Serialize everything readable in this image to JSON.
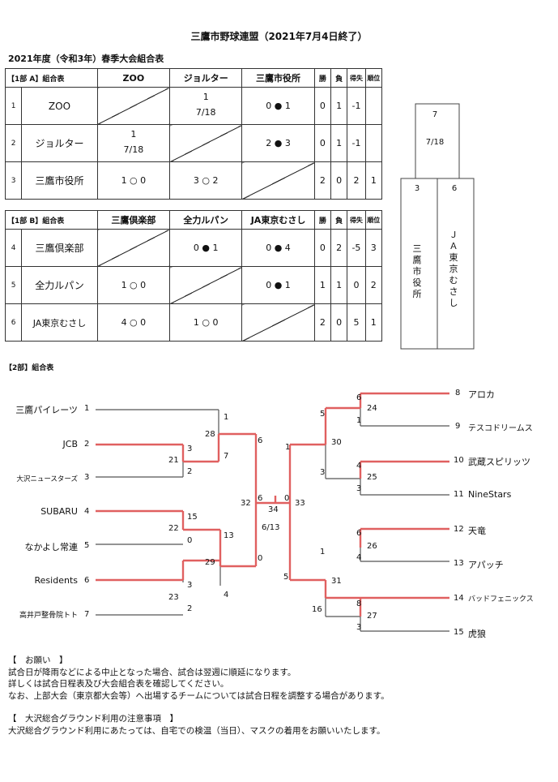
{
  "header": {
    "title": "三鷹市野球連盟（2021年7月4日終了）",
    "subtitle": "2021年度（令和3年）春季大会組合表"
  },
  "groupA": {
    "label": "【1部 A】組合表",
    "cols": [
      "ZOO",
      "ジョルター",
      "三鷹市役所"
    ],
    "stat_headers": [
      "勝",
      "負",
      "得失",
      "順位"
    ],
    "rows": [
      {
        "no": "1",
        "team": "ZOO",
        "r1": "",
        "r2": "1",
        "r2b": "7/18",
        "r3": "0 ● 1",
        "w": "0",
        "l": "1",
        "d": "-1",
        "rank": ""
      },
      {
        "no": "2",
        "team": "ジョルター",
        "r1": "1",
        "r1b": "7/18",
        "r2": "",
        "r3": "2 ● 3",
        "w": "0",
        "l": "1",
        "d": "-1",
        "rank": ""
      },
      {
        "no": "3",
        "team": "三鷹市役所",
        "r1": "1 ○ 0",
        "r2": "3 ○ 2",
        "r3": "",
        "w": "2",
        "l": "0",
        "d": "2",
        "rank": "1"
      }
    ]
  },
  "groupB": {
    "label": "【1部 B】組合表",
    "cols": [
      "三鷹倶楽部",
      "全力ルパン",
      "JA東京むさし"
    ],
    "stat_headers": [
      "勝",
      "負",
      "得失",
      "順位"
    ],
    "rows": [
      {
        "no": "4",
        "team": "三鷹倶楽部",
        "r1": "",
        "r2": "0 ● 1",
        "r3": "0 ● 4",
        "w": "0",
        "l": "2",
        "d": "-5",
        "rank": "3"
      },
      {
        "no": "5",
        "team": "全力ルパン",
        "r1": "1 ○ 0",
        "r2": "",
        "r3": "0 ● 1",
        "w": "1",
        "l": "1",
        "d": "0",
        "rank": "2"
      },
      {
        "no": "6",
        "team": "JA東京むさし",
        "r1": "4 ○ 0",
        "r2": "1 ○ 0",
        "r3": "",
        "w": "2",
        "l": "0",
        "d": "5",
        "rank": "1"
      }
    ]
  },
  "final1": {
    "game_no": "7",
    "date": "7/18",
    "left_seed": "3",
    "right_seed": "6",
    "left_team": "三鷹市役所",
    "right_team": "ＪＡ東京むさし"
  },
  "div2": {
    "label": "【2部】組合表",
    "left_teams": [
      {
        "name": "三鷹パイレーツ",
        "no": "1"
      },
      {
        "name": "JCB",
        "no": "2"
      },
      {
        "name": "大沢ニュースターズ",
        "no": "3"
      },
      {
        "name": "SUBARU",
        "no": "4"
      },
      {
        "name": "なかよし常連",
        "no": "5"
      },
      {
        "name": "Residents",
        "no": "6"
      },
      {
        "name": "高井戸整骨院トト",
        "no": "7"
      }
    ],
    "right_teams": [
      {
        "no": "8",
        "name": "アロカ"
      },
      {
        "no": "9",
        "name": "テスコドリームス"
      },
      {
        "no": "10",
        "name": "武蔵スピリッツ"
      },
      {
        "no": "11",
        "name": "NineStars"
      },
      {
        "no": "12",
        "name": "天竜"
      },
      {
        "no": "13",
        "name": "アパッチ"
      },
      {
        "no": "14",
        "name": "バッドフェニックス"
      },
      {
        "no": "15",
        "name": "虎狼"
      }
    ],
    "marks": {
      "g21": "21",
      "s21a": "3",
      "s21b": "2",
      "g22": "22",
      "s22a": "15",
      "s22b": "0",
      "g23": "23",
      "s23a": "3",
      "s23b": "2",
      "g28": "28",
      "s28a": "1",
      "s28b": "7",
      "g29": "29",
      "s29a": "13",
      "s29b": "4",
      "g32": "32",
      "s32a": "6",
      "s32b": "0",
      "g24": "24",
      "s24a": "6",
      "s24b": "1",
      "g25": "25",
      "s25a": "4",
      "s25b": "3",
      "g26": "26",
      "s26a": "6",
      "s26b": "4",
      "g27": "27",
      "s27a": "8",
      "s27b": "3",
      "g30": "30",
      "s30a": "5",
      "s30b": "3",
      "g31": "31",
      "s31a": "1",
      "s31b": "16",
      "g33": "33",
      "s33a": "1",
      "s33b": "5",
      "g34": "34",
      "s34a": "6",
      "s34b": "0",
      "final_date": "6/13"
    }
  },
  "notes": {
    "h1": "【　お願い　】",
    "l1": "試合日が降雨などによる中止となった場合、試合は翌週に順延になります。",
    "l2": "詳しくは試合日程表及び大会組合表を確認してください。",
    "l3": "なお、上部大会（東京都大会等）へ出場するチームについては試合日程を調整する場合があります。",
    "h2": "【　大沢総合グラウンド利用の注意事項　】",
    "l4": "大沢総合グラウンド利用にあたっては、自宅での検温（当日）、マスクの着用をお願いいたします。"
  },
  "colors": {
    "win_line": "#e06060",
    "line": "#444444"
  }
}
